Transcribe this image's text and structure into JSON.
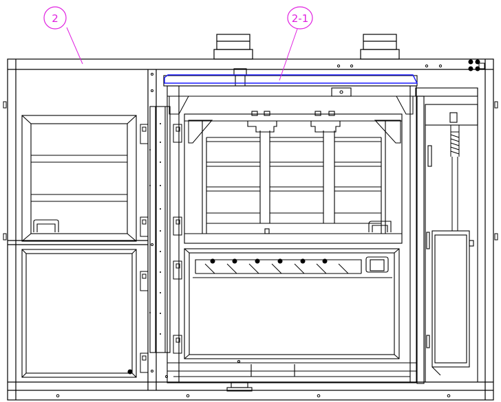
{
  "callouts": [
    {
      "id": "balloon-2",
      "label": "2"
    },
    {
      "id": "balloon-2-1",
      "label": "2-1"
    }
  ],
  "colors": {
    "line": "#000000",
    "callout": "#e020e0",
    "highlight": "#1a1aff",
    "background": "#ffffff"
  }
}
